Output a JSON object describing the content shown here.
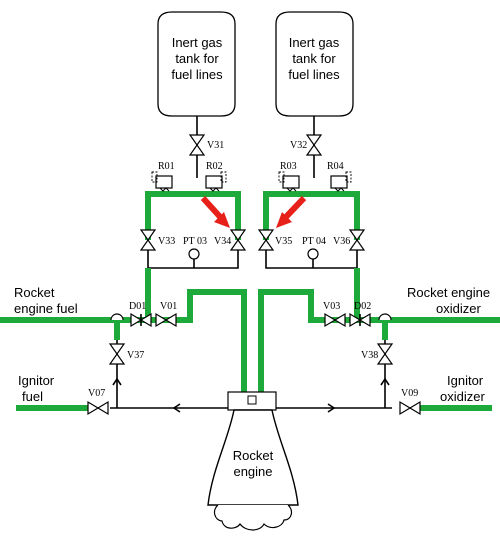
{
  "tanks": {
    "left": {
      "lines": [
        "Inert gas",
        "tank for",
        "fuel lines"
      ]
    },
    "right": {
      "lines": [
        "Inert gas",
        "tank for",
        "fuel lines"
      ]
    }
  },
  "valves": {
    "v31": "V31",
    "v32": "V32",
    "v33": "V33",
    "v34": "V34",
    "v35": "V35",
    "v36": "V36",
    "v37": "V37",
    "v38": "V38",
    "v01": "V01",
    "v03": "V03",
    "v07": "V07",
    "v09": "V09",
    "d01": "D01",
    "d02": "D02"
  },
  "regulators": {
    "r01": "R01",
    "r02": "R02",
    "r03": "R03",
    "r04": "R04"
  },
  "sensors": {
    "pt03": "PT 03",
    "pt04": "PT 04"
  },
  "labels": {
    "fuel": [
      "Rocket",
      "engine fuel"
    ],
    "oxidizer": [
      "Rocket engine",
      "oxidizer"
    ],
    "ignitor_fuel": [
      "Ignitor",
      "fuel"
    ],
    "ignitor_oxidizer": [
      "Ignitor",
      "oxidizer"
    ],
    "engine": [
      "Rocket",
      "engine"
    ]
  },
  "colors": {
    "pipe": "#1eaa3a",
    "arrow": "#e8201a",
    "line": "#000000"
  }
}
